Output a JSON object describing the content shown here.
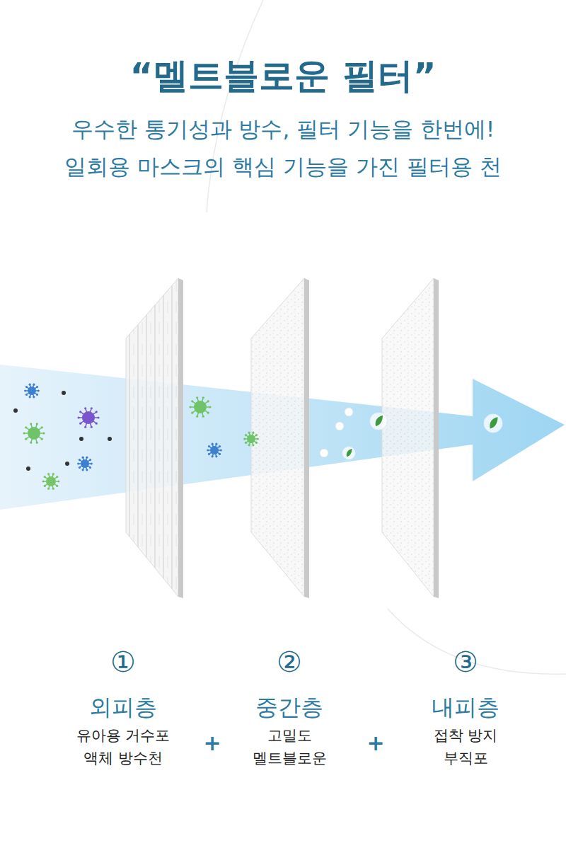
{
  "diagram": {
    "title": "“멜트블로운 필터”",
    "nodes": [
      {
        "text": [
          "외피층",
          "유아용 거수포 액체 방수천"
        ]
      },
      {
        "text": [
          "중간층",
          "고밀도 멜트블로운"
        ]
      },
      {
        "text": [
          "내피층",
          "접착 방지 부직포"
        ]
      }
    ],
    "labels": [
      "우수한 통기성과 방수, 필터 기능을 한번에!",
      "일회용 마스크의 핵심 기능을 가진 필터용 천",
      "①",
      "②",
      "③",
      "+",
      "+"
    ]
  }
}
